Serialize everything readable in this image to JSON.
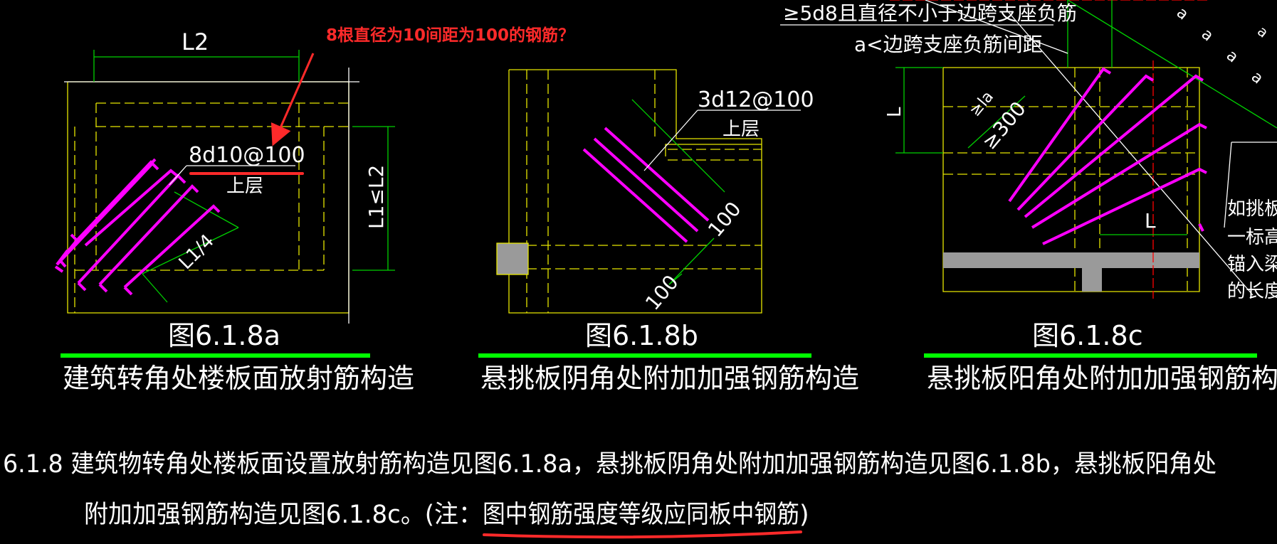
{
  "colors": {
    "background": "#000000",
    "outline": "#e6e600",
    "dim": "#00d000",
    "rebar": "#ff00ff",
    "text": "#ffffff",
    "highlight": "#00ff00",
    "annotation": "#ff2a2a",
    "axis": "#ff0000",
    "fill": "#9a9a9a"
  },
  "annotation": {
    "question": "8根直径为10间距为100的钢筋？"
  },
  "figure_a": {
    "dim_top": "L2",
    "dim_side": "L1≤L2",
    "dim_diag": "L1/4",
    "rebar_label": "8d10@100",
    "layer": "上层",
    "fig_no": "图6.1.8a",
    "title": "建筑转角处楼板面放射筋构造"
  },
  "figure_b": {
    "rebar_label": "3d12@100",
    "layer": "上层",
    "dim_1": "100",
    "dim_2": "100",
    "fig_no": "图6.1.8b",
    "title": "悬挑板阴角处附加加强钢筋构造"
  },
  "figure_c": {
    "note_1": "≥5d8且直径不小于边跨支座负筋",
    "note_2": "a<边跨支座负筋间距",
    "dim_diag": "≥300",
    "dim_la": "≥la",
    "dim_l": "L",
    "dim_l2": "L",
    "a_labels": [
      "a",
      "a",
      "a",
      "a",
      "a"
    ],
    "side_note": [
      "如挑板",
      "一标高",
      "锚入梁",
      "的长度"
    ],
    "fig_no": "图6.1.8c",
    "title": "悬挑板阳角处附加加强钢筋构造"
  },
  "body_text": {
    "line1": "6.1.8 建筑物转角处楼板面设置放射筋构造见图6.1.8a，悬挑板阴角处附加加强钢筋构造见图6.1.8b，悬挑板阳角处",
    "line2_a": "附加加强钢筋构造见图6.1.8c。(注：",
    "line2_b": "图中钢筋强度等级应同板中钢筋",
    "line2_c": ")"
  }
}
